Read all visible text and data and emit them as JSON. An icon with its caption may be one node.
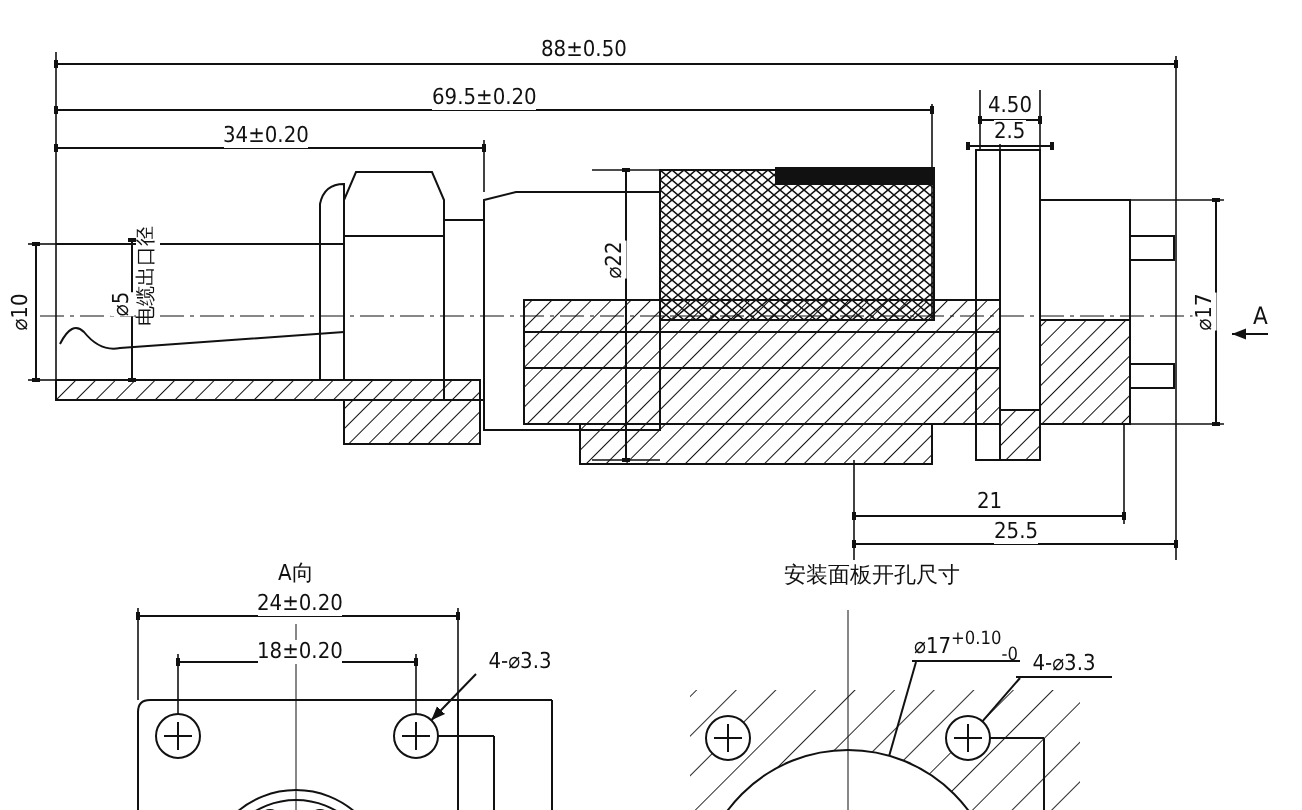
{
  "diagram": {
    "nodes": [
      {
        "text": [
          "4-⌀3.3"
        ]
      },
      {
        "text": [],
        "shape": "circle"
      },
      {
        "text": [
          "⌀17$^{+0.10}$$_{-0}$"
        ]
      },
      {
        "text": [],
        "shape": "circle"
      },
      {
        "text": [
          "4-⌀3.3"
        ]
      },
      {
        "text": [],
        "shape": "circle"
      }
    ],
    "edges": [
      {
        "from": 0,
        "to": 1,
        "arrow": "to"
      },
      {
        "from": 2,
        "to": 3,
        "arrow": "none"
      },
      {
        "from": 4,
        "to": 5,
        "arrow": "none"
      }
    ],
    "labels": [
      "88±0.50",
      "69.5±0.20",
      "34±0.20",
      "4.50",
      "2.5",
      "⌀10",
      "⌀5",
      "电缆出口径",
      "⌀22",
      "⌀17",
      "A",
      "21",
      "25.5",
      "A向",
      "安装面板开孔尺寸",
      "24±0.20",
      "18±0.20"
    ]
  }
}
